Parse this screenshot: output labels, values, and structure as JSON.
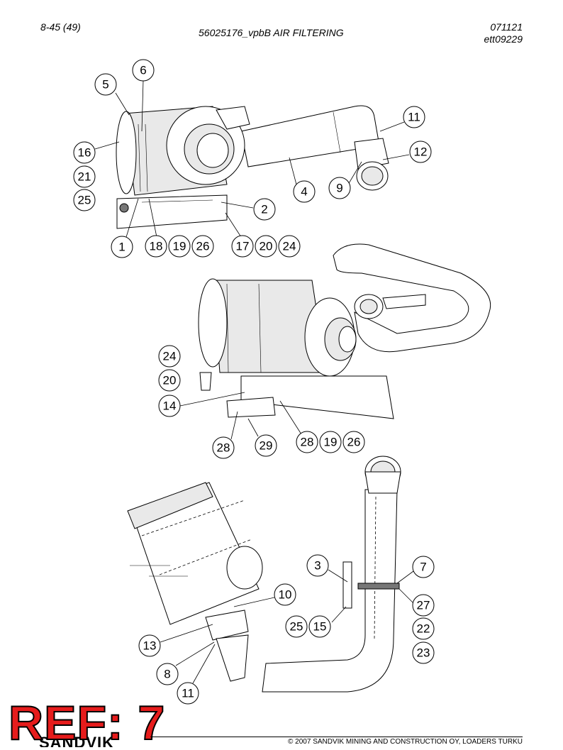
{
  "header": {
    "page_number": "8-45 (49)",
    "title": "56025176_vpbB AIR FILTERING",
    "date": "071121",
    "code": "ett09229"
  },
  "callouts": {
    "view1": [
      "6",
      "5",
      "11",
      "12",
      "16",
      "21",
      "25",
      "9",
      "4",
      "2",
      "1",
      "18",
      "19",
      "26",
      "17",
      "20",
      "24"
    ],
    "view2": [
      "24",
      "20",
      "14",
      "28",
      "29",
      "28",
      "19",
      "26"
    ],
    "view3": [
      "3",
      "7",
      "10",
      "27",
      "25",
      "15",
      "22",
      "13",
      "23",
      "8",
      "11"
    ]
  },
  "stamp": {
    "ref": "REF: 7",
    "brand": "SANDVIK",
    "color": "#e61c1c"
  },
  "footer": {
    "copyright": "© 2007 SANDVIK MINING AND CONSTRUCTION OY, LOADERS TURKU"
  }
}
